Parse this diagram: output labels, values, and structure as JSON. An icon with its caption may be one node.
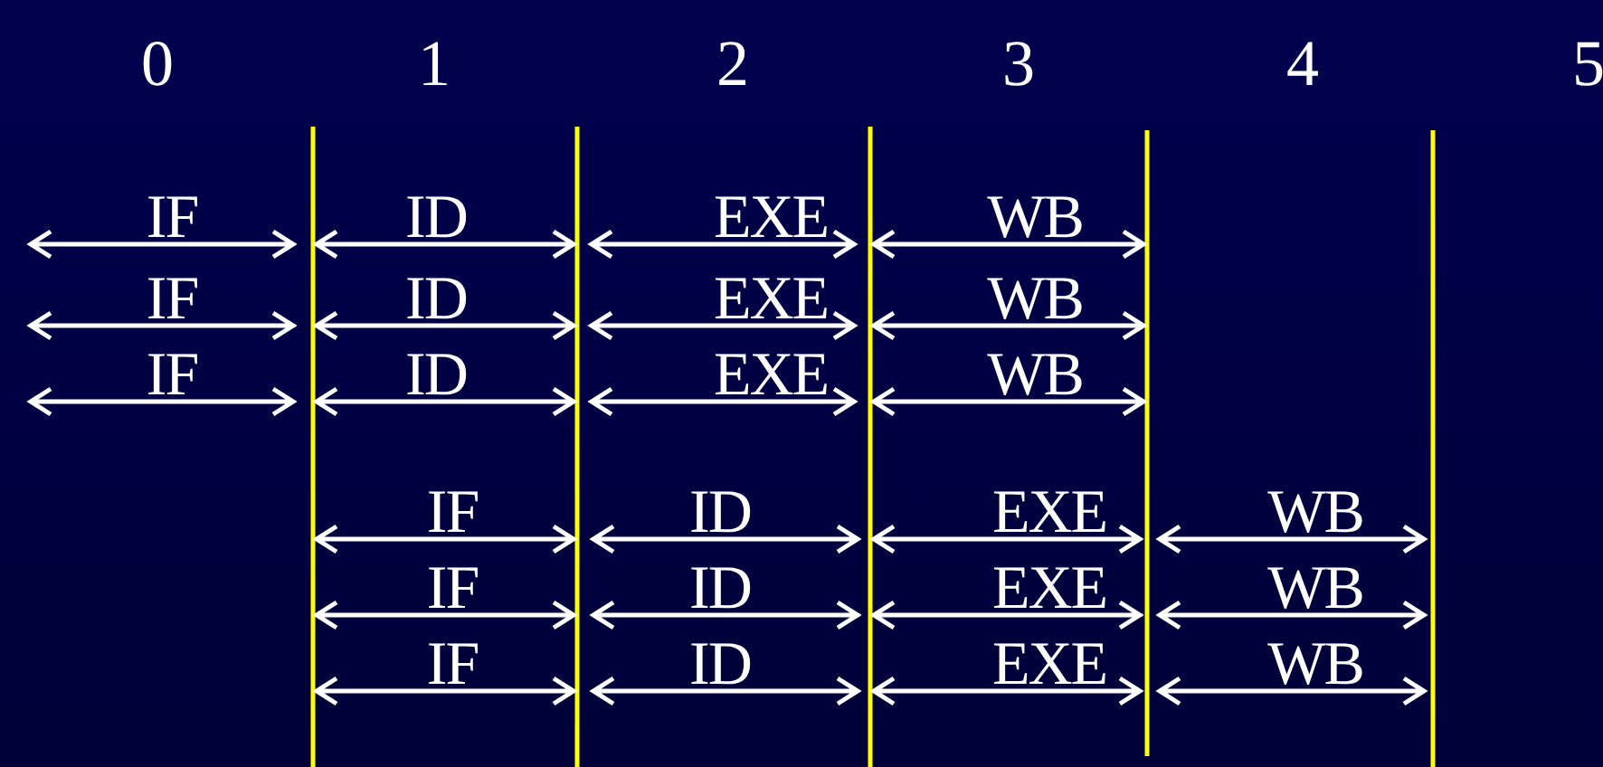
{
  "diagram": {
    "labels": [
      "0",
      "1",
      "2",
      "3",
      "4",
      "5",
      "IF",
      "ID",
      "EXE",
      "WB",
      "IF",
      "ID",
      "EXE",
      "WB",
      "IF",
      "ID",
      "EXE",
      "WB",
      "IF",
      "ID",
      "EXE",
      "WB",
      "IF",
      "ID",
      "EXE",
      "WB",
      "IF",
      "ID",
      "EXE",
      "WB"
    ]
  }
}
